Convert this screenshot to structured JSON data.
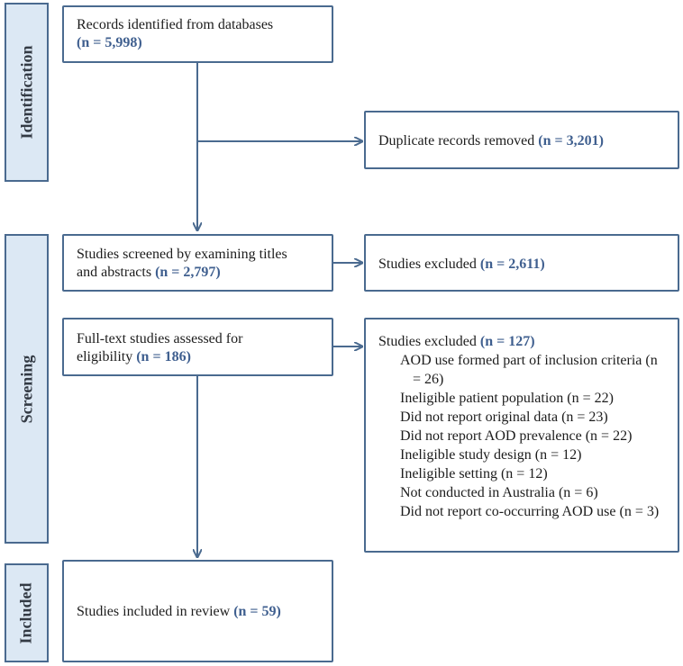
{
  "phases": {
    "identification": "Identification",
    "screening": "Screening",
    "included": "Included"
  },
  "boxes": {
    "records_identified": {
      "text": "Records identified from databases",
      "count": "(n = 5,998)"
    },
    "duplicates_removed": {
      "text": "Duplicate records removed",
      "count": "(n = 3,201)"
    },
    "screened": {
      "text_line1": "Studies screened by examining titles",
      "text_line2": "and abstracts",
      "count": "(n = 2,797)"
    },
    "excluded_screening": {
      "text": "Studies excluded",
      "count": "(n = 2,611)"
    },
    "full_text": {
      "text_line1": "Full-text studies assessed for",
      "text_line2": "eligibility",
      "count": "(n = 186)"
    },
    "excluded_full_text": {
      "text": "Studies excluded",
      "count": "(n = 127)",
      "reasons": [
        "AOD use formed part of inclusion criteria (n = 26)",
        "Ineligible patient population (n = 22)",
        "Did not report original data (n = 23)",
        "Did not report AOD prevalence (n = 22)",
        "Ineligible study design (n = 12)",
        "Ineligible setting (n = 12)",
        "Not conducted in Australia (n = 6)",
        "Did not report co-occurring AOD use (n = 3)"
      ]
    },
    "included_review": {
      "text": "Studies included in review",
      "count": "(n = 59)"
    }
  },
  "colors": {
    "border": "#4a6a8f",
    "phase_fill": "#dce8f4",
    "count_text": "#3f5f8f",
    "arrow": "#4a6a8f"
  }
}
